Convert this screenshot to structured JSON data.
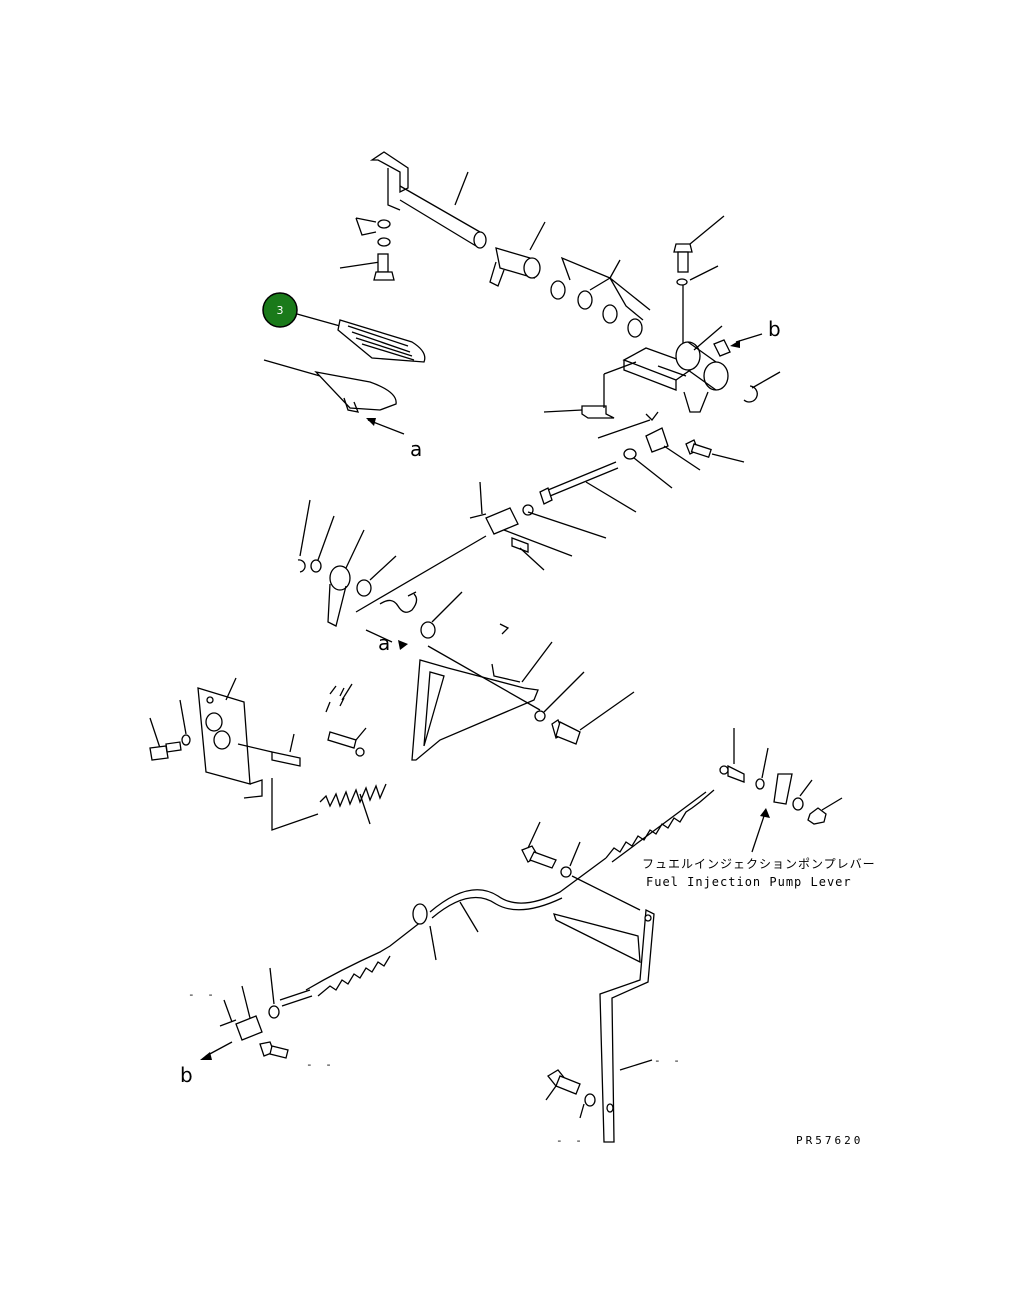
{
  "callout": {
    "number": "3",
    "color": "#1a7a1a"
  },
  "ref_labels": {
    "a_top": "a",
    "a_mid": "a",
    "b_top": "b",
    "b_bottom": "b"
  },
  "caption": {
    "jp": "フュエルインジェクションポンプレバー",
    "en": "Fuel Injection Pump Lever"
  },
  "blank_marks": {
    "m1": "- -",
    "m2": "- -",
    "m3": "- -",
    "m4": "- -"
  },
  "drawing_code": "PR57620"
}
